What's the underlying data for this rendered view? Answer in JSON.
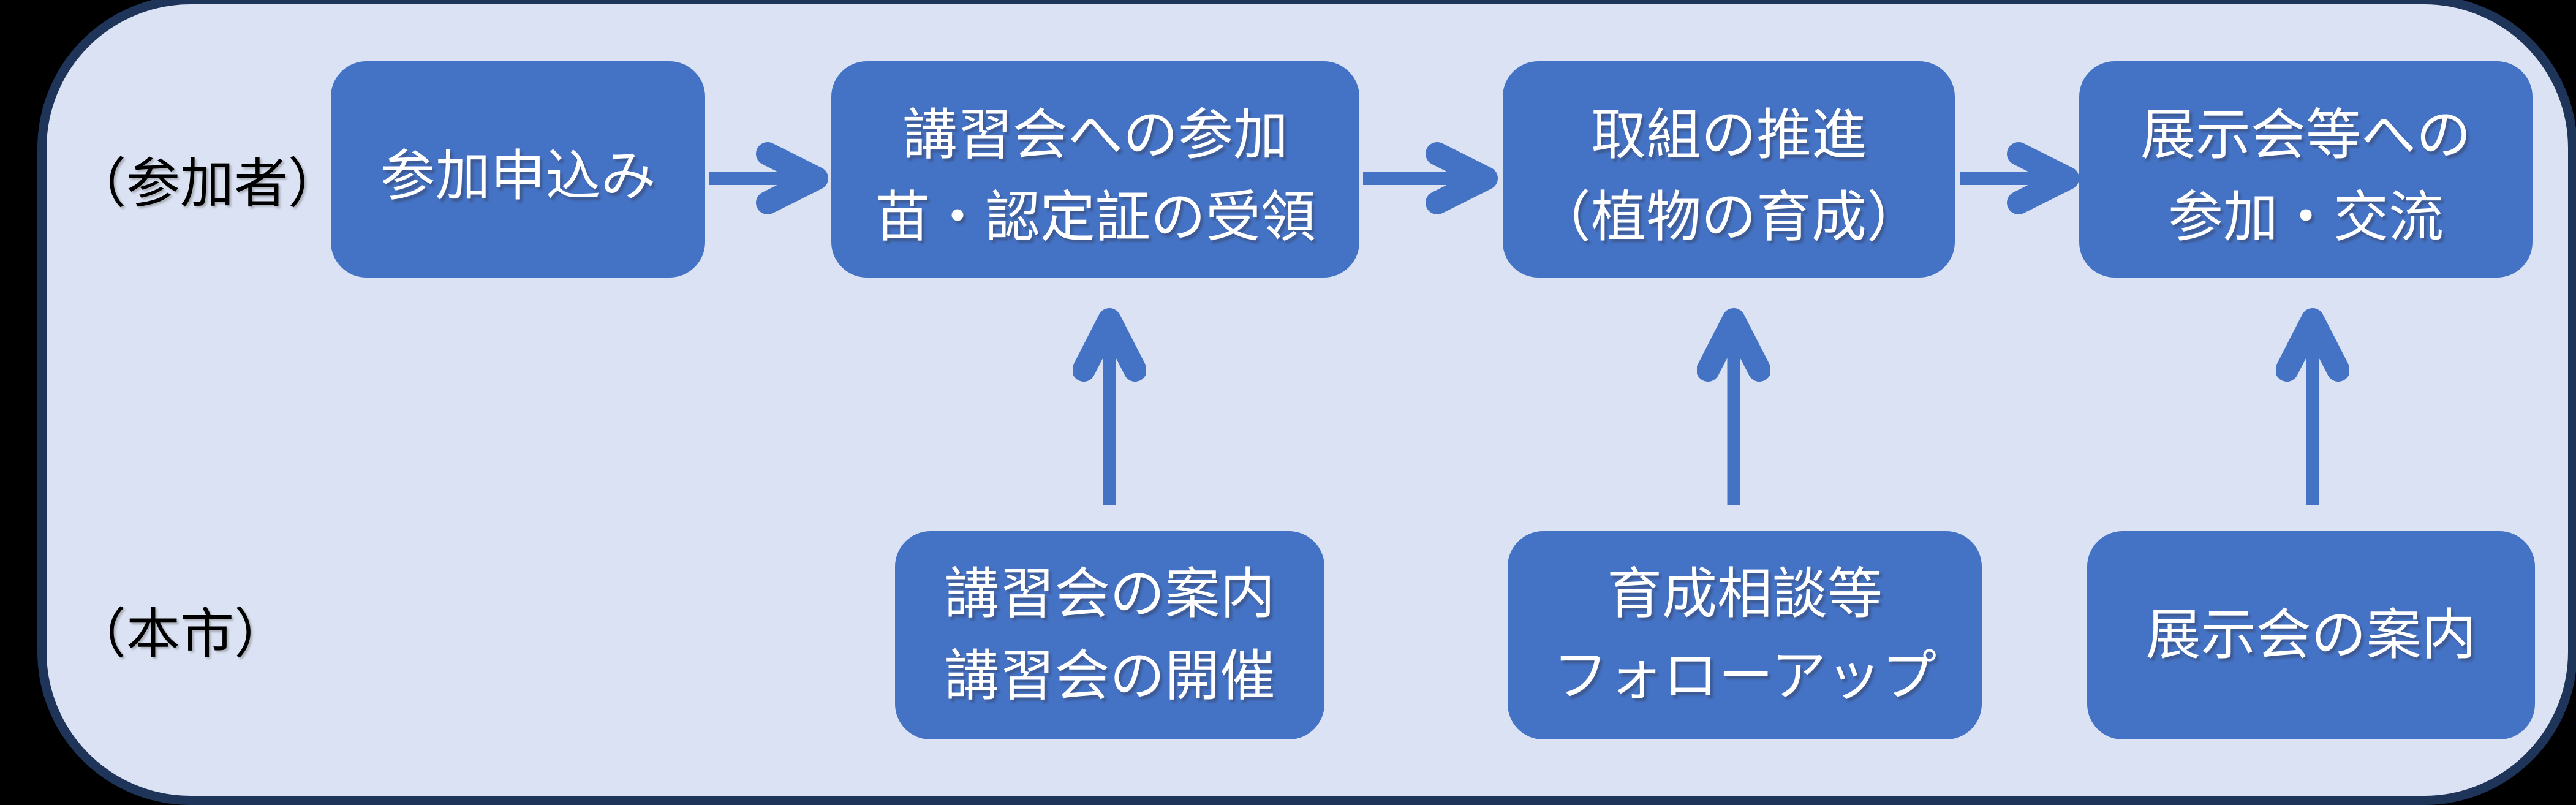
{
  "colors": {
    "canvas_bg": "#000000",
    "panel_fill": "#dae2f3",
    "panel_border": "#1f3459",
    "box_fill": "#4472c4",
    "box_text": "#ffffff",
    "label_text": "#000000",
    "arrow": "#4472c4"
  },
  "labels": {
    "participants": "（参加者）",
    "city": "（本市）"
  },
  "top_row": {
    "boxes": [
      {
        "line1": "参加申込み"
      },
      {
        "line1": "講習会への参加",
        "line2": "苗・認定証の受領"
      },
      {
        "line1": "取組の推進",
        "line2": "（植物の育成）"
      },
      {
        "line1": "展示会等への",
        "line2": "参加・交流"
      }
    ]
  },
  "bottom_row": {
    "boxes": [
      {
        "line1": "講習会の案内",
        "line2": "講習会の開催"
      },
      {
        "line1": "育成相談等",
        "line2": "フォローアップ"
      },
      {
        "line1": "展示会の案内"
      }
    ]
  }
}
